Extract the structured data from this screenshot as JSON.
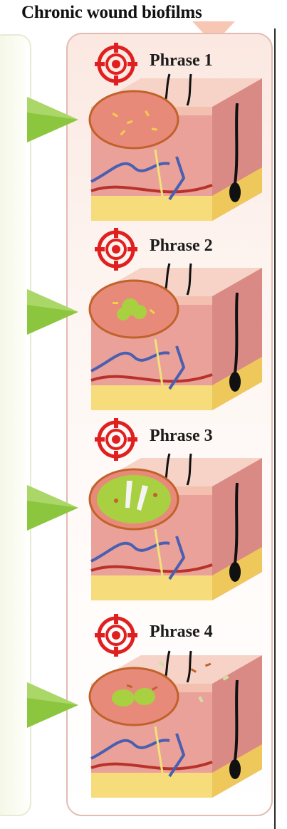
{
  "title": "Chronic wound biofilms",
  "stages": [
    {
      "label": "Phrase 1"
    },
    {
      "label": "Phrase 2"
    },
    {
      "label": "Phrase 3"
    },
    {
      "label": "Phrase 4"
    }
  ],
  "colors": {
    "arrow": "#8cc63f",
    "target": "#e02020",
    "skin_top": "#f3c0b0",
    "dermis": "#e9a19a",
    "fat": "#f6dc7a",
    "wound": "#e88a7a",
    "wound_border": "#c0622a",
    "biofilm": "#a8d040",
    "vein": "#4a5fb0",
    "artery": "#b8322a",
    "hair": "#111111"
  },
  "icons": {
    "arrow": "green-triangle-arrow-icon",
    "target": "red-crosshair-target-icon"
  }
}
